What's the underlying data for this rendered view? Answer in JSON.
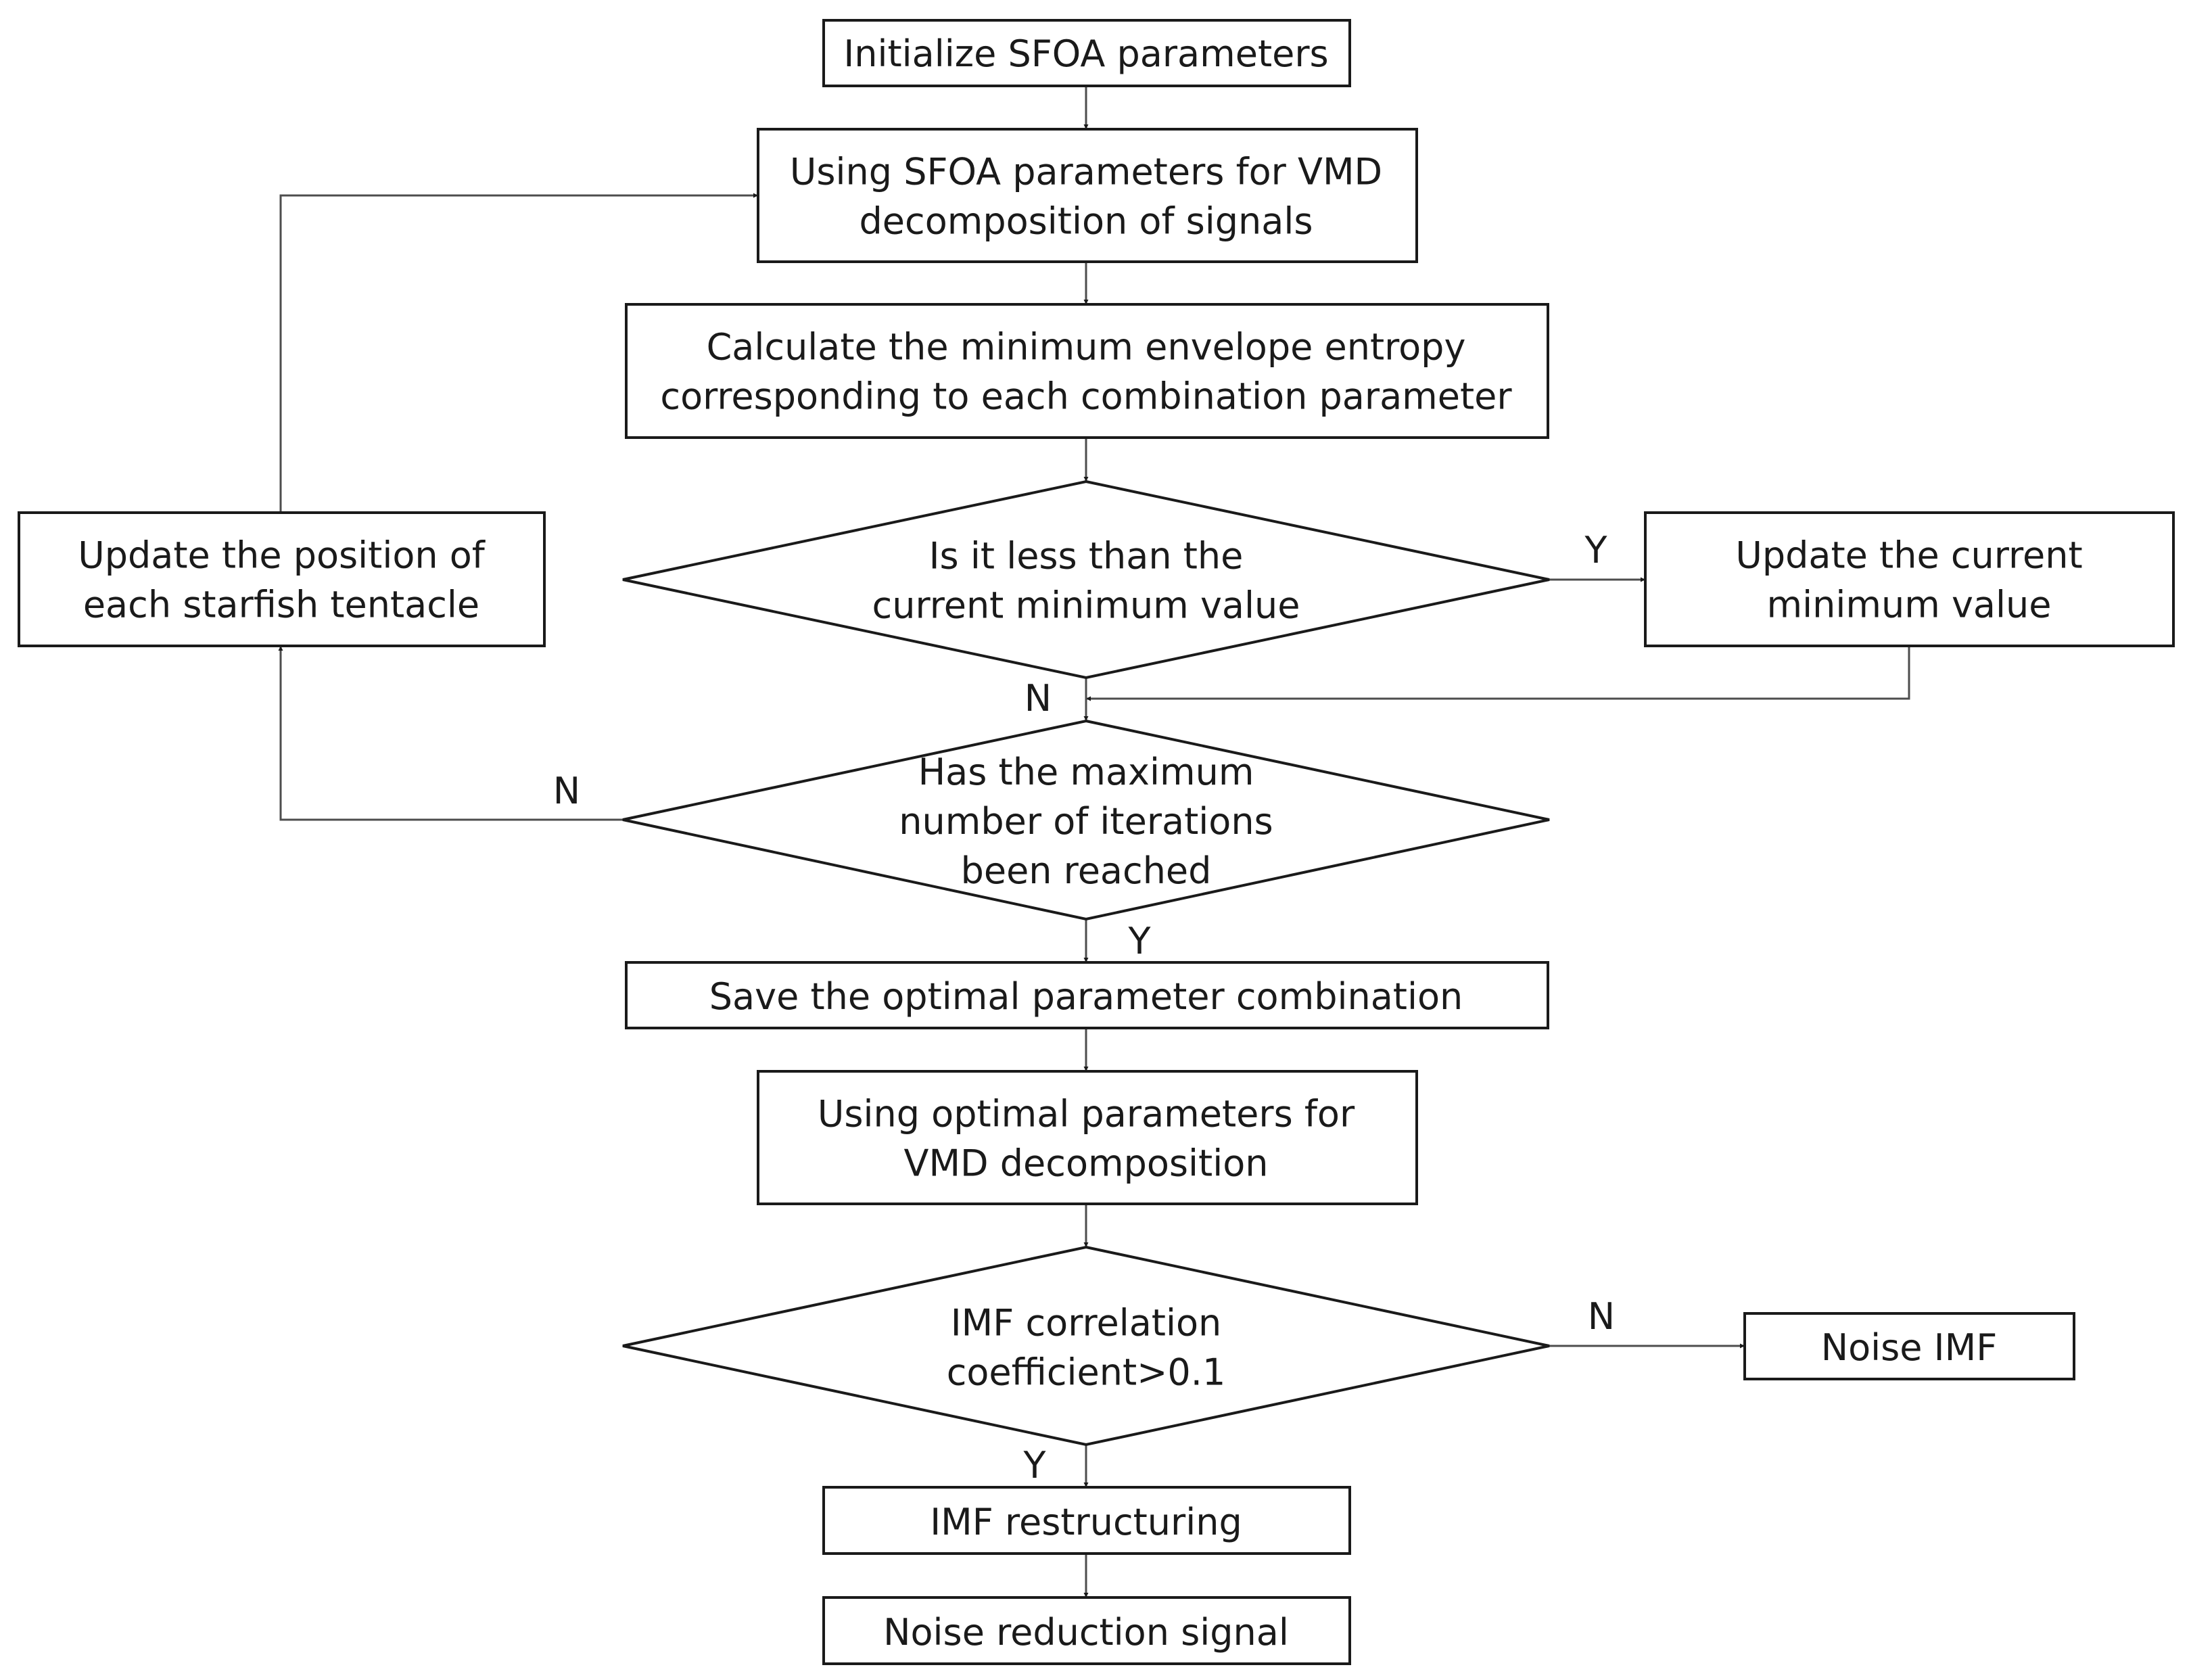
{
  "colors": {
    "stroke": "#1a1a1a",
    "connector": "#4d4d4d",
    "background": "#ffffff"
  },
  "nodes": {
    "init": [
      "Initialize SFOA parameters"
    ],
    "vmd_sfoa": [
      "Using SFOA parameters for VMD",
      "decomposition of signals"
    ],
    "calc_entropy": [
      "Calculate the minimum envelope entropy",
      "corresponding to each combination parameter"
    ],
    "less_than_min": [
      "Is it less than the",
      "current minimum value"
    ],
    "update_min": [
      "Update the current",
      "minimum value"
    ],
    "update_position": [
      "Update the position of",
      "each starfish tentacle"
    ],
    "max_iter": [
      "Has the maximum",
      "number of iterations",
      "been reached"
    ],
    "save_optimal": [
      "Save the optimal parameter combination"
    ],
    "vmd_optimal": [
      "Using optimal parameters for",
      "VMD decomposition"
    ],
    "imf_corr": [
      "IMF correlation",
      "coefficient>0.1"
    ],
    "noise_imf": [
      "Noise IMF"
    ],
    "imf_restructure": [
      "IMF restructuring"
    ],
    "noise_reduction": [
      "Noise reduction signal"
    ]
  },
  "edge_labels": {
    "less_yes": "Y",
    "less_no": "N",
    "iter_no": "N",
    "iter_yes": "Y",
    "corr_no": "N",
    "corr_yes": "Y"
  }
}
